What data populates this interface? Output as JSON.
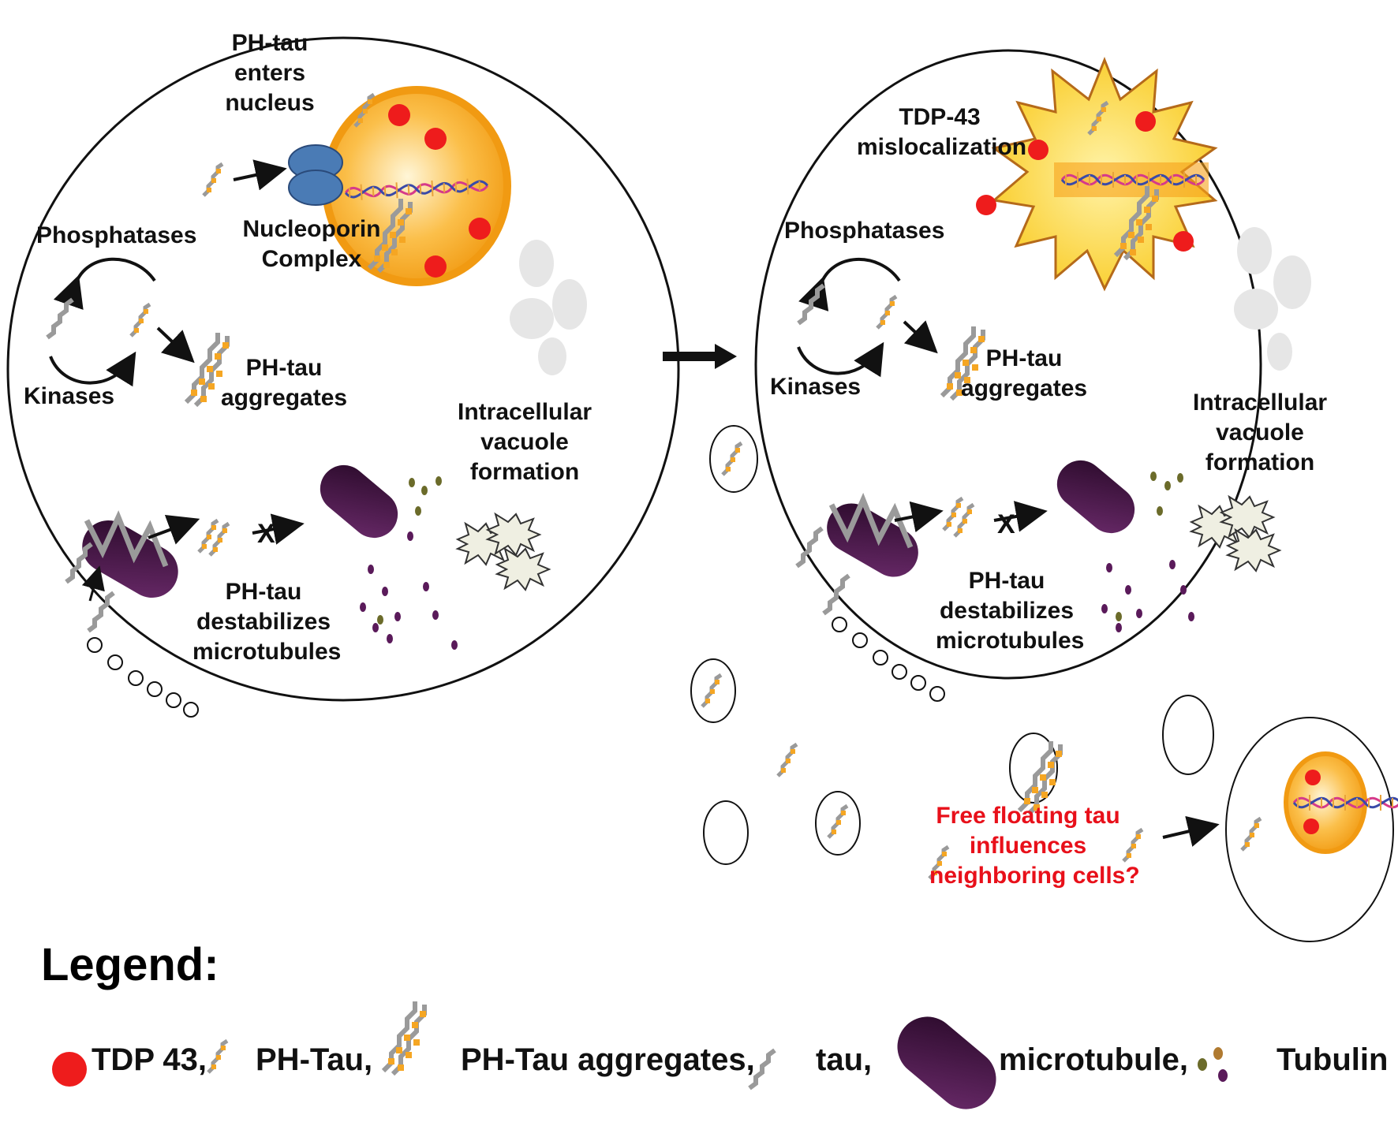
{
  "labels": {
    "ph_tau_enters": [
      "PH-tau",
      "enters",
      "nucleus"
    ],
    "nucleoporin": [
      "Nucleoporin",
      "Complex"
    ],
    "phosphatases": "Phosphatases",
    "kinases": "Kinases",
    "ph_tau_aggregates": [
      "PH-tau",
      "aggregates"
    ],
    "vacuole": [
      "Intracellular",
      "vacuole",
      "formation"
    ],
    "destabilizes": [
      "PH-tau",
      "destabilizes",
      "microtubules"
    ],
    "tdp43_mislocalization": [
      "TDP-43",
      "mislocalization"
    ],
    "blocked_mark": "X",
    "free_floating": [
      "Free floating tau",
      "influences",
      "neighboring cells?"
    ]
  },
  "legend": {
    "title": "Legend:",
    "items": [
      "TDP 43,",
      "PH-Tau,",
      "PH-Tau aggregates,",
      "tau,",
      "microtubule,",
      "Tubulin"
    ]
  },
  "colors": {
    "tdp43": "#ee1c1c",
    "ph_tau_orange": "#f5a623",
    "tau_gray": "#9a9a9a",
    "nucleus_orange": "#f7a21b",
    "nucleus_star_yellow": "#fcd12a",
    "nucleoporin_blue": "#4a7bb5",
    "microtubule_purple": "#5a1a5a",
    "tubulin_olive": "#6b6b2a",
    "question_red": "#e8101a"
  }
}
